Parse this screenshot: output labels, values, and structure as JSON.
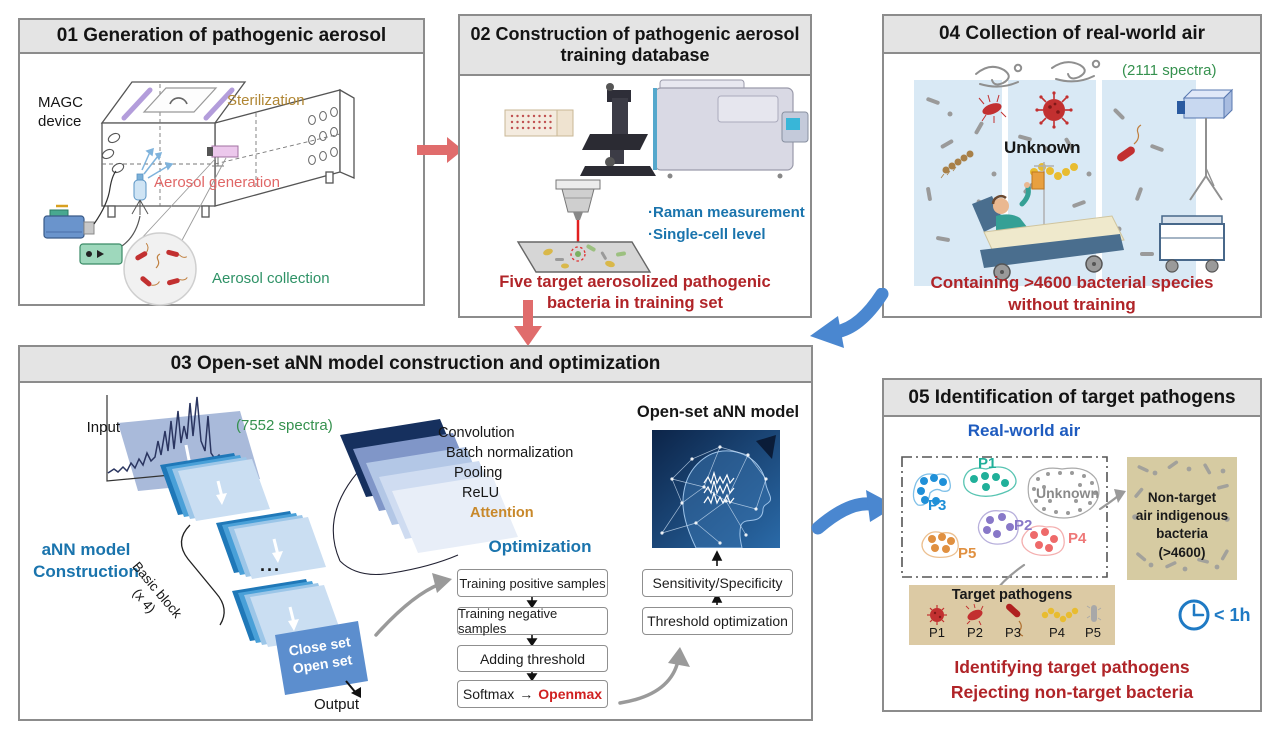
{
  "figure": {
    "panel1": {
      "title": "01 Generation of pathogenic aerosol",
      "device_label": "MAGC\ndevice",
      "sterilization_label": "Sterilization",
      "aerosol_generation_label": "Aerosol generation",
      "aerosol_collection_label": "Aerosol collection"
    },
    "panel2": {
      "title": "02 Construction of pathogenic aerosol training database",
      "bullet1": "·Raman measurement",
      "bullet2": "·Single-cell level",
      "caption": "Five target aerosolized pathogenic\nbacteria in training set"
    },
    "panel3": {
      "title": "03 Open-set aNN model construction and optimization",
      "input_label": "Input",
      "spectra_count": "(7552 spectra)",
      "construction_label": "aNN model\nConstruction",
      "basic_block_label": "Basic block\n(x 4)",
      "ellipsis": "...",
      "layers": [
        "Convolution",
        "Batch normalization",
        "Pooling",
        "ReLU",
        "Attention"
      ],
      "close_open_label": "Close set\nOpen set",
      "output_label": "Output",
      "optimization_title": "Optimization",
      "steps": [
        "Training positive samples",
        "Training negative samples",
        "Adding threshold"
      ],
      "softmax_label": "Softmax",
      "softmax_arrow": "→",
      "openmax_label": "Openmax",
      "model_title": "Open-set aNN model",
      "eval_boxes": [
        "Sensitivity/Specificity",
        "Threshold optimization"
      ]
    },
    "panel4": {
      "title": "04 Collection of real-world air",
      "spectra_count": "(2111 spectra)",
      "unknown_label": "Unknown",
      "caption": "Containing >4600 bacterial species\nwithout training"
    },
    "panel5": {
      "title": "05 Identification of target pathogens",
      "subtitle": "Real-world air",
      "clusters": [
        "P1",
        "P2",
        "P3",
        "P4",
        "P5"
      ],
      "unknown_label": "Unknown",
      "nontarget_label": "Non-target\nair indigenous\nbacteria (>4600)",
      "target_title": "Target pathogens",
      "pathogens": [
        "P1",
        "P2",
        "P3",
        "P4",
        "P5"
      ],
      "time_label": "< 1h",
      "caption": "Identifying target pathogens\nRejecting non-target bacteria"
    },
    "colors": {
      "dark_red_text": "#b02428",
      "blue_text": "#1a74ad",
      "green_text": "#35914e",
      "attention_orange": "#c8882a",
      "sterilization_gold": "#b08633",
      "arrow_red": "#e06c6c",
      "arrow_blue": "#4a87d0",
      "header_gray": "#e4e4e4",
      "tan_box": "#d6cba2"
    }
  }
}
